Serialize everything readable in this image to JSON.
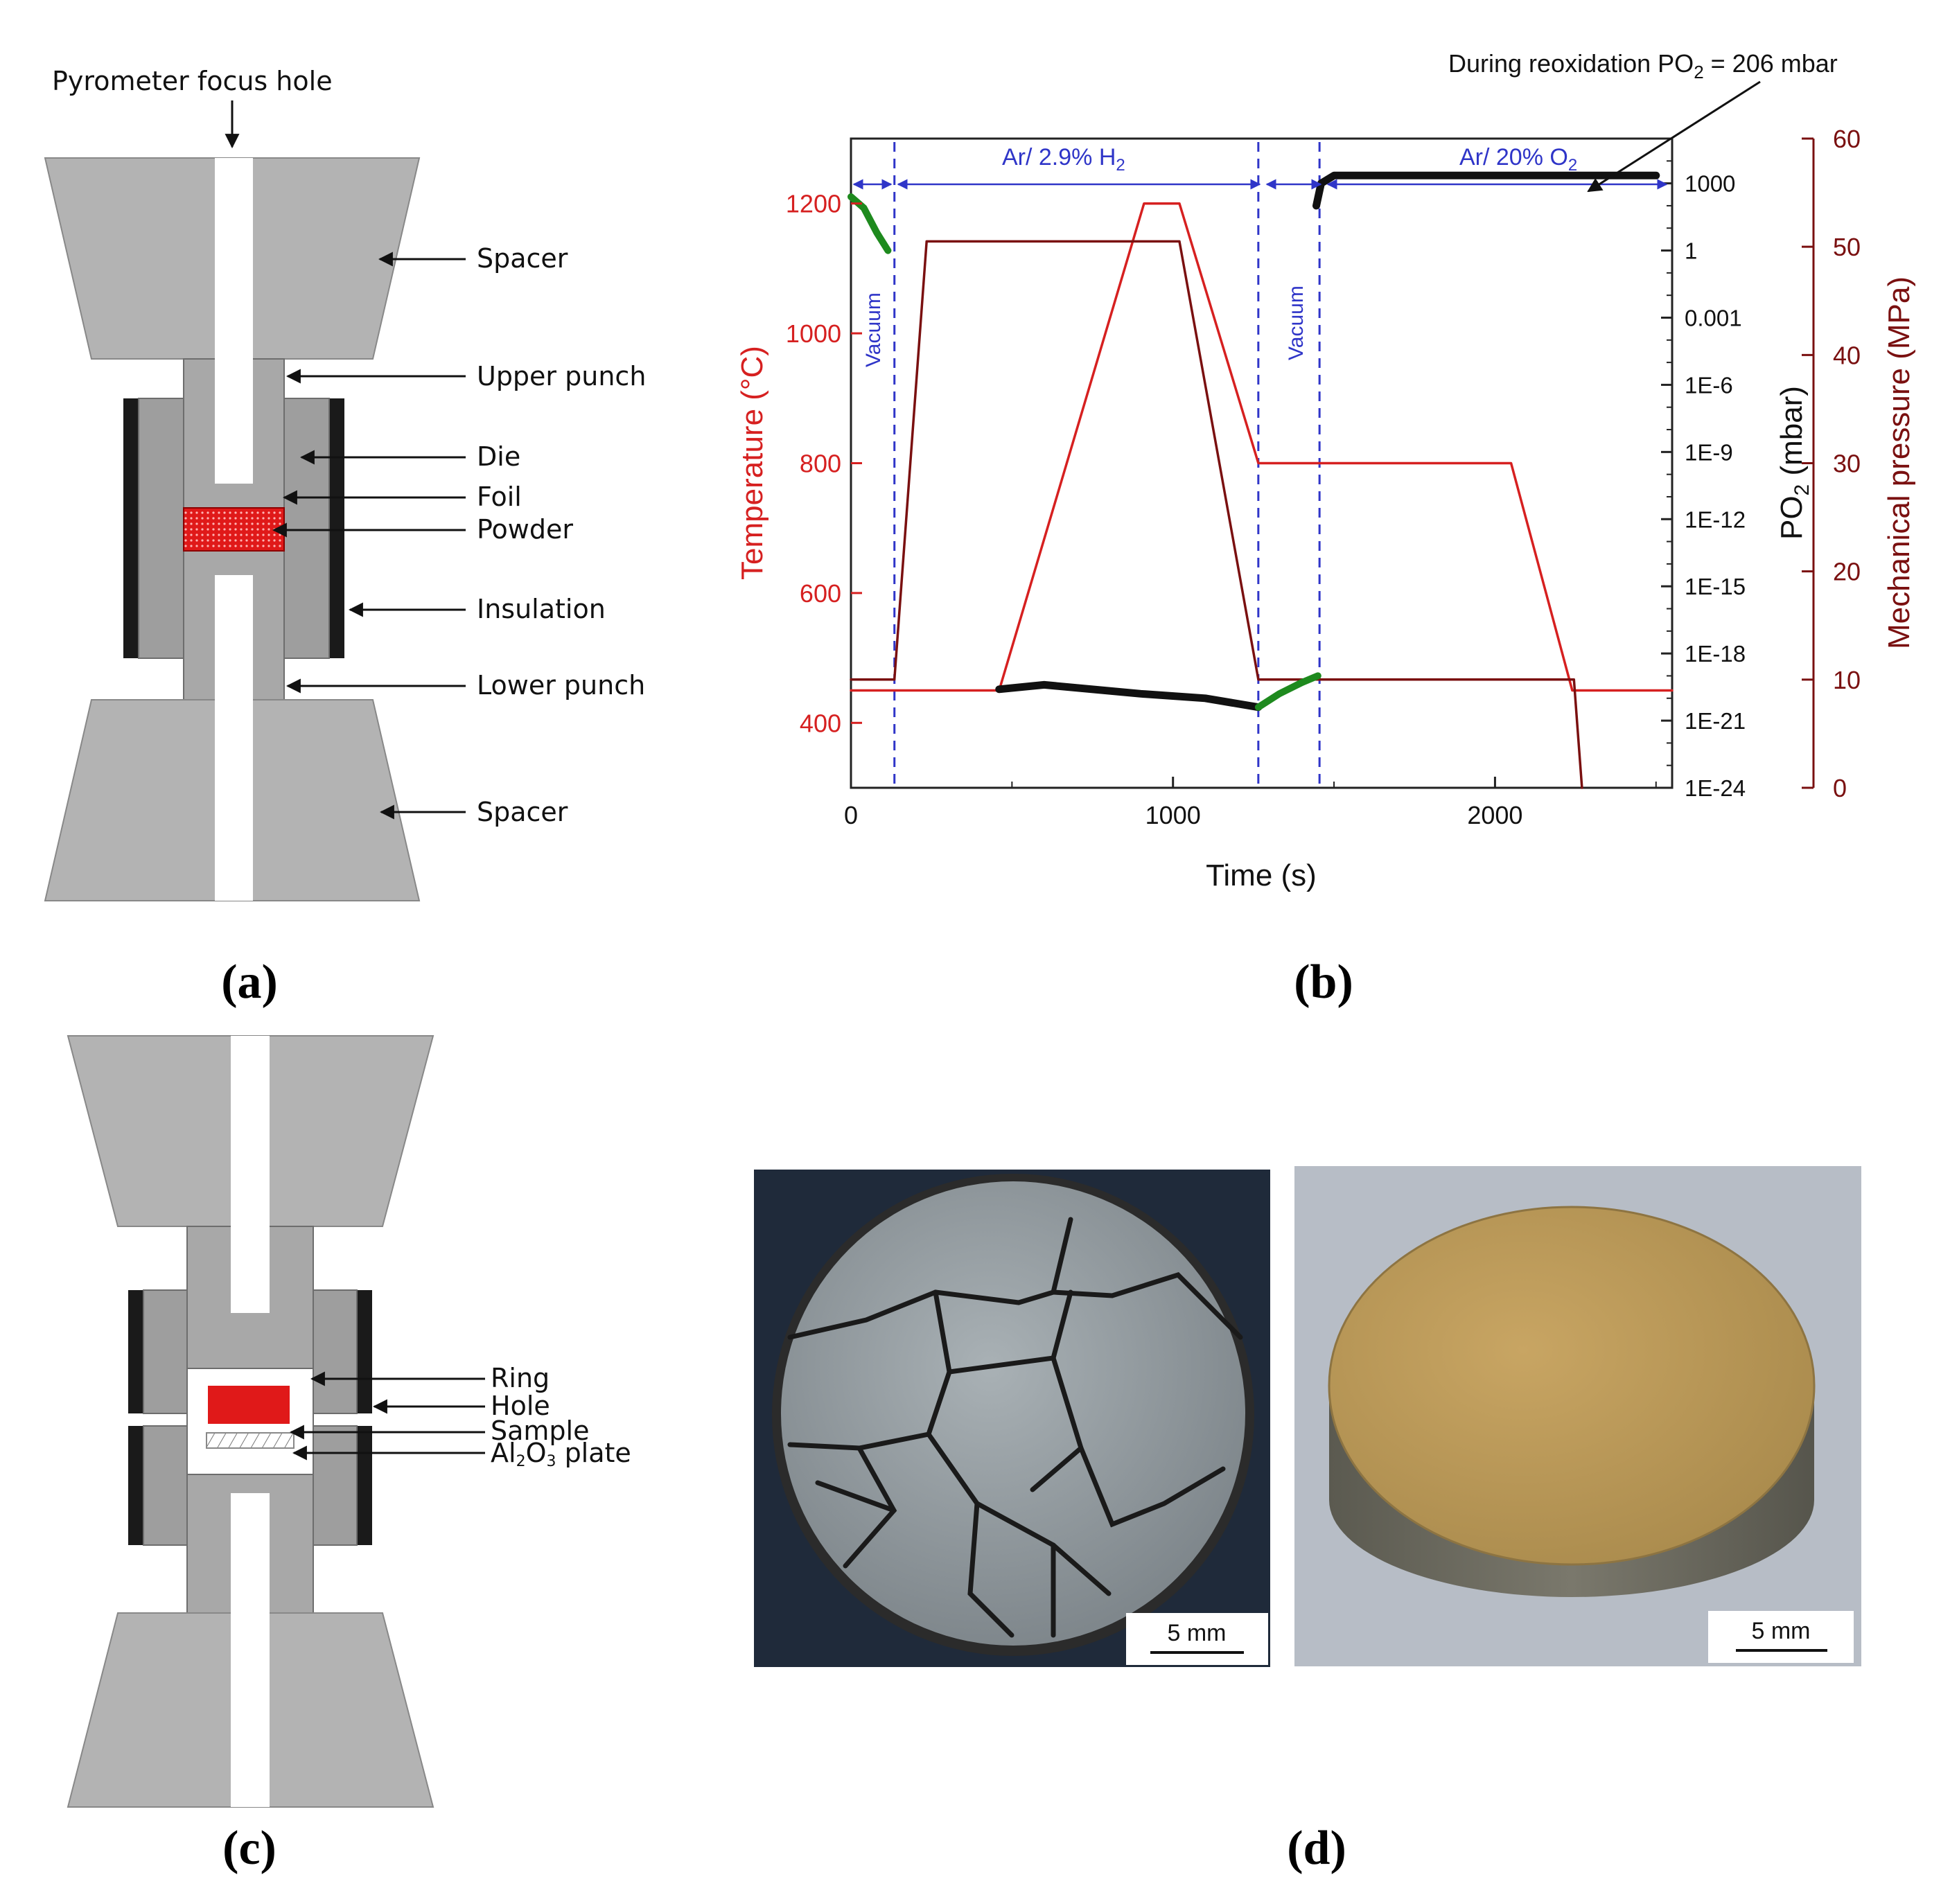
{
  "captions": {
    "a": "(a)",
    "b": "(b)",
    "c": "(c)",
    "d": "(d)"
  },
  "panel_a": {
    "title": "Pyrometer focus hole",
    "labels": {
      "spacer_top": "Spacer",
      "upper_punch": "Upper punch",
      "die": "Die",
      "foil": "Foil",
      "powder": "Powder",
      "insulation": "Insulation",
      "lower_punch": "Lower punch",
      "spacer_bottom": "Spacer"
    },
    "colors": {
      "part": "#9e9e9e",
      "spacer": "#b3b3b3",
      "insulation": "#1a1a1a",
      "powder": "#e01919"
    }
  },
  "panel_c": {
    "labels": {
      "ring": "Ring",
      "hole": "Hole",
      "sample": "Sample",
      "plate_prefix": "Al",
      "plate_sub1": "2",
      "plate_mid": "O",
      "plate_sub2": "3",
      "plate_suffix": " plate"
    }
  },
  "panel_d": {
    "scale_left": "5 mm",
    "scale_right": "5 mm"
  },
  "chart_data": {
    "type": "line",
    "xlabel": "Time (s)",
    "xlim": [
      0,
      2550
    ],
    "xticks": [
      "0",
      "1000",
      "2000"
    ],
    "y_left": {
      "label": "Temperature (°C)",
      "lim": [
        300,
        1300
      ],
      "ticks": [
        "400",
        "600",
        "800",
        "1000",
        "1200"
      ]
    },
    "y_middle": {
      "label_main": "PO",
      "label_sub": "2",
      "label_rest": " (mbar)",
      "lim_log10": [
        -24,
        5
      ],
      "ticks": [
        "1000",
        "1",
        "0.001",
        "1E-6",
        "1E-9",
        "1E-12",
        "1E-15",
        "1E-18",
        "1E-21",
        "1E-24"
      ]
    },
    "y_right": {
      "label": "Mechanical pressure (MPa)",
      "lim": [
        0,
        60
      ],
      "ticks": [
        "0",
        "10",
        "20",
        "30",
        "40",
        "50",
        "60"
      ]
    },
    "annotations": {
      "reox_main": "During reoxidation PO",
      "reox_sub": "2",
      "reox_rest": " = 206 mbar",
      "ar_h2_main": "Ar/ 2.9% H",
      "ar_h2_sub": "2",
      "ar_o2_main": "Ar/ 20% O",
      "ar_o2_sub": "2",
      "vacuum1": "Vacuum",
      "vacuum2": "Vacuum"
    },
    "phase_boundaries_s": [
      135,
      1265,
      1455
    ],
    "series": [
      {
        "color": "#d62020",
        "x": [
          0,
          460,
          910,
          1020,
          1265,
          2050,
          2240,
          2550
        ],
        "y": [
          450,
          450,
          1200,
          1200,
          800,
          800,
          450,
          450
        ]
      },
      {
        "color": "#7a1010",
        "x": [
          0,
          135,
          235,
          1020,
          1265,
          1455,
          2245,
          2255,
          2270
        ],
        "y": [
          10,
          10,
          50.5,
          50.5,
          10,
          10,
          10,
          6,
          0
        ]
      },
      {
        "color": "#111111",
        "x": [
          460,
          600,
          900,
          1100,
          1265
        ],
        "y": [
          -19.6,
          -19.4,
          -19.8,
          -20.0,
          -20.4
        ]
      },
      {
        "color": "#111111",
        "x": [
          1445,
          1460,
          1500,
          2500
        ],
        "y": [
          2.0,
          3.0,
          3.35,
          3.35
        ]
      },
      {
        "color": "#1e8a1e",
        "x": [
          0,
          40,
          80,
          115
        ],
        "y": [
          2.4,
          1.9,
          0.8,
          0.0
        ]
      },
      {
        "color": "#1e8a1e",
        "x": [
          1265,
          1330,
          1400,
          1450
        ],
        "y": [
          -20.4,
          -19.8,
          -19.3,
          -19.0
        ]
      }
    ]
  }
}
